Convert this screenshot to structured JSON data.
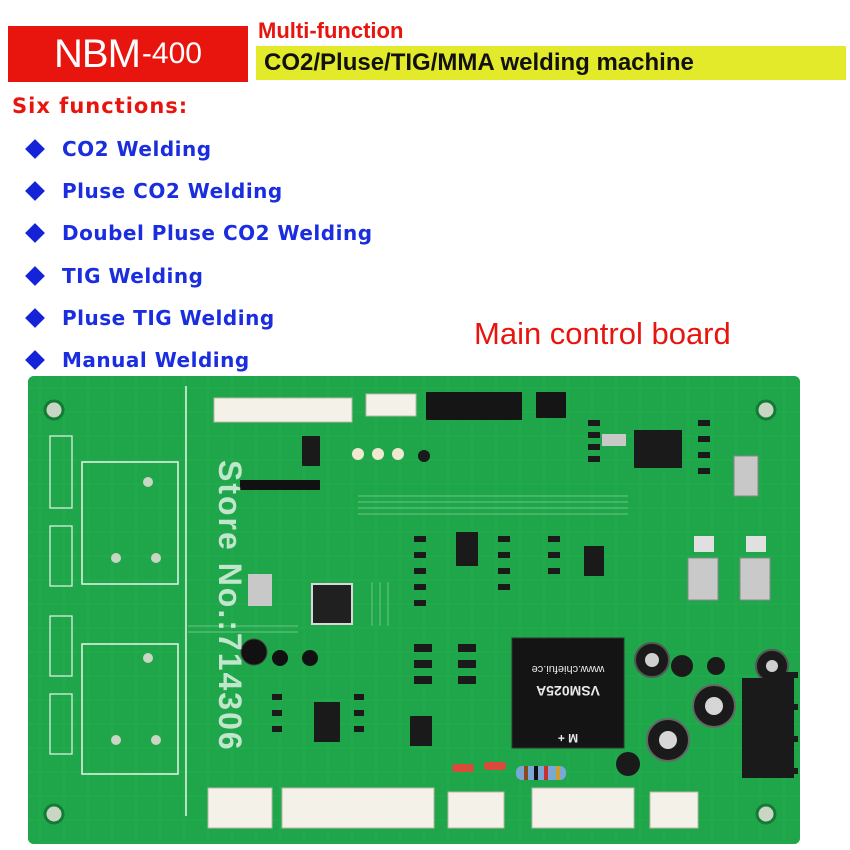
{
  "header": {
    "model_main": "NBM",
    "model_num": "-400",
    "multi_function": "Multi-function",
    "description": "CO2/Pluse/TIG/MMA welding machine"
  },
  "functions": {
    "title": "Six functions:",
    "items": [
      "CO2 Welding",
      "Pluse CO2 Welding",
      "Doubel Pluse CO2 Welding",
      "TIG Welding",
      "Pluse TIG Welding",
      "Manual Welding"
    ]
  },
  "board": {
    "caption": "Main control board",
    "watermark": "Store No.:714306",
    "module_line1": "www.chiefui.ce",
    "module_line2": "VSM025A",
    "module_pins": "M +"
  },
  "colors": {
    "model_bg": "#e8150f",
    "desc_bg": "#e3ea2a",
    "function_text": "#1a2ee0",
    "pcb_green": "#1fa64a"
  }
}
